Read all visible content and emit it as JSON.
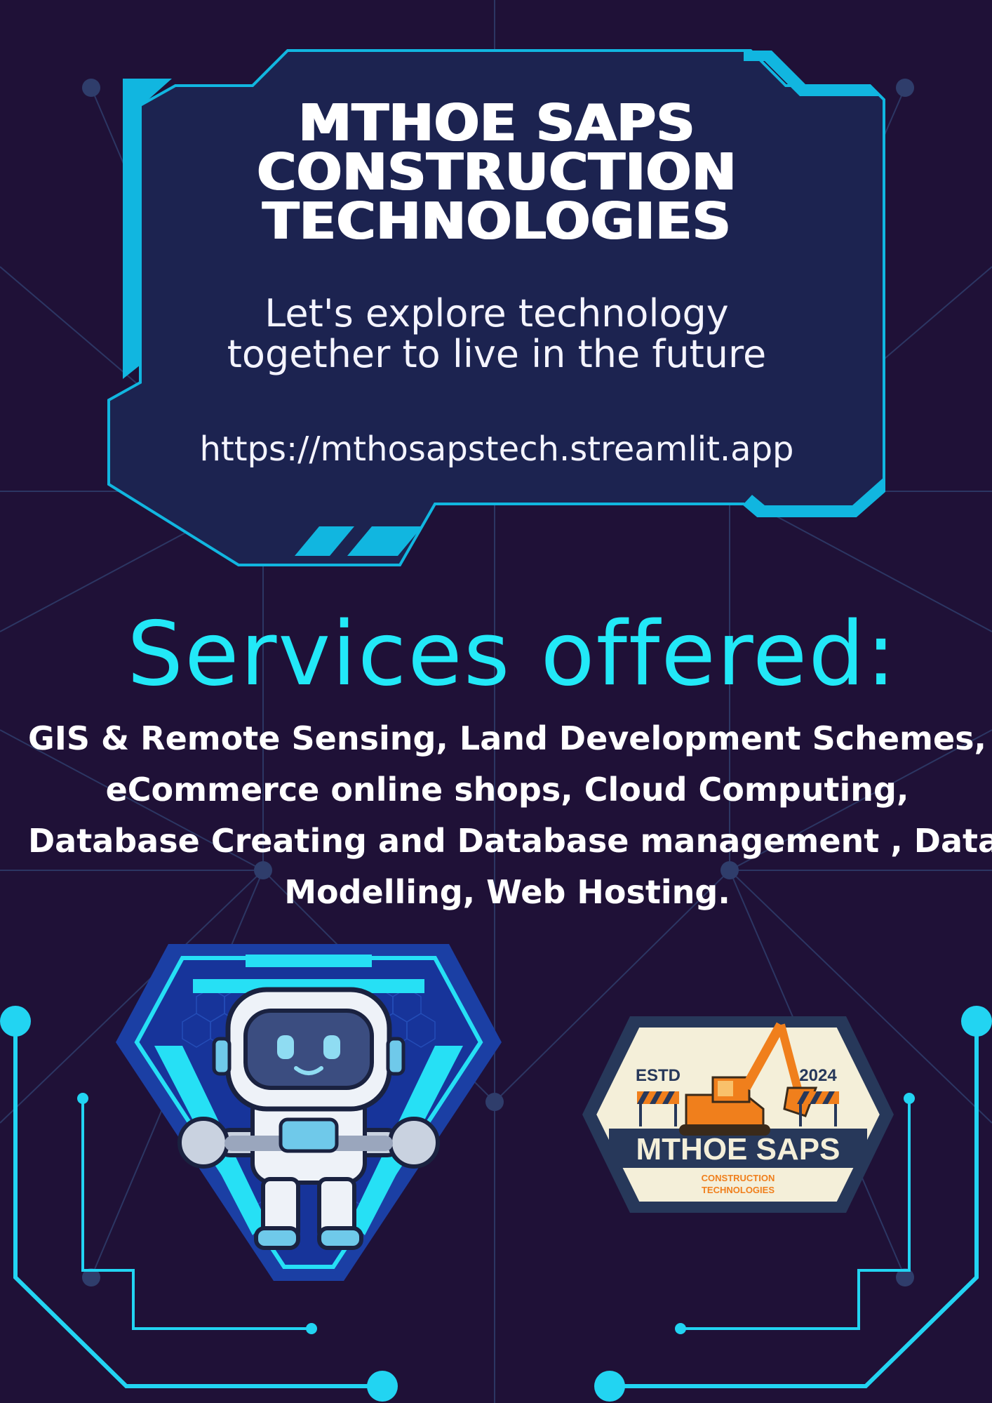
{
  "header": {
    "title_lines": [
      "MTHOE SAPS",
      "CONSTRUCTION",
      "TECHNOLOGIES"
    ],
    "tagline_lines": [
      "Let's explore technology",
      "together to live in the future"
    ],
    "url": "https://mthosapstech.streamlit.app"
  },
  "services": {
    "heading": "Services offered:",
    "lines": [
      "GIS & Remote Sensing,  Land Development Schemes,",
      "eCommerce  online shops, Cloud Computing,",
      "Database Creating and Database management , Data",
      "Modelling,  Web Hosting."
    ]
  },
  "logo": {
    "estd_label": "ESTD",
    "year": "2024",
    "name": "MTHOE SAPS",
    "sub_lines": [
      "CONSTRUCTION",
      "TECHNOLOGIES"
    ]
  },
  "icons": {
    "robot": "robot-mechanic-icon",
    "excavator": "excavator-icon"
  },
  "colors": {
    "background": "#1f1137",
    "panel": "#1c2350",
    "accent_cyan": "#22e8f7",
    "frame_blue": "#11b6e0",
    "logo_navy": "#27385a",
    "logo_cream": "#f4efd9",
    "excavator_orange": "#f07f1c"
  }
}
